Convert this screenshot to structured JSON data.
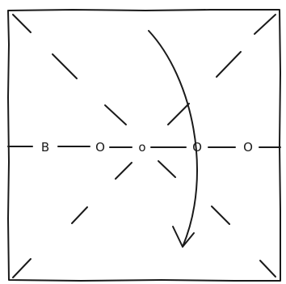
{
  "diagram": {
    "labels": [
      "B",
      "O",
      "o",
      "O",
      "O"
    ],
    "ink_color": "#1a1a1a",
    "background_color": "#ffffff"
  }
}
